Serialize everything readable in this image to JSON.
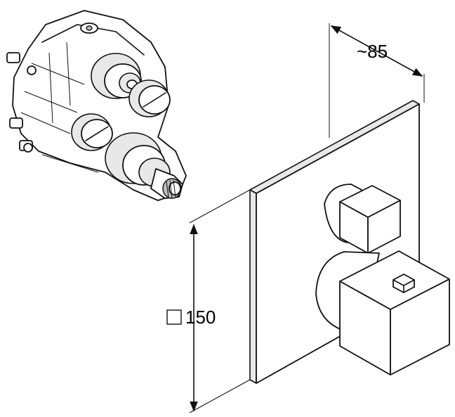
{
  "dimensions": {
    "depth_label": "~85",
    "height_label": "150",
    "height_symbol": "square-symbol"
  }
}
